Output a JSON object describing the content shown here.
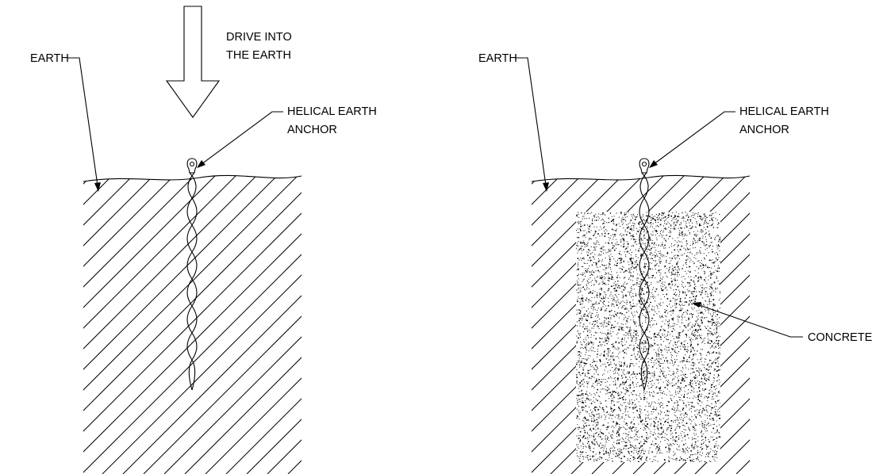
{
  "left_panel": {
    "arrow_label": [
      "DRIVE INTO",
      "THE EARTH"
    ],
    "earth_label": "EARTH",
    "anchor_label": [
      "HELICAL EARTH",
      "ANCHOR"
    ]
  },
  "right_panel": {
    "earth_label": "EARTH",
    "anchor_label": [
      "HELICAL EARTH",
      "ANCHOR"
    ],
    "concrete_label": "CONCRETE"
  },
  "colors": {
    "line": "#000000",
    "background": "#ffffff"
  }
}
